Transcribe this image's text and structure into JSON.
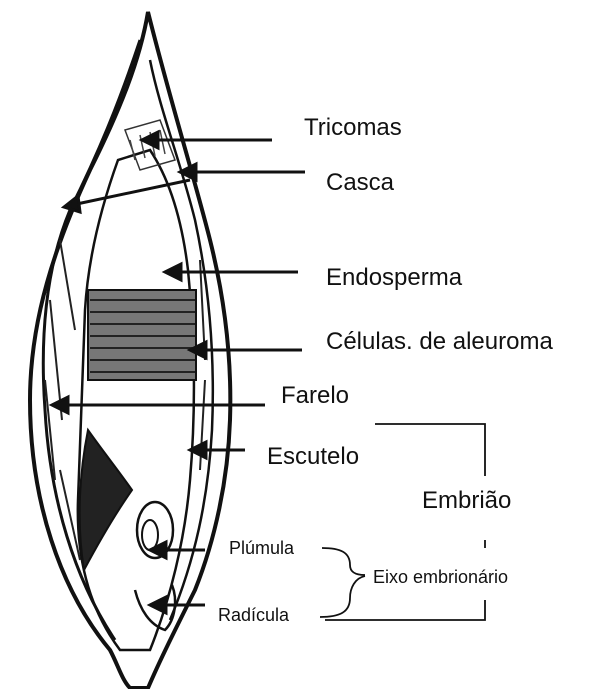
{
  "labels": {
    "tricomas": "Tricomas",
    "casca": "Casca",
    "endosperma": "Endosperma",
    "celulas_aleuroma": "Células. de aleuroma",
    "farelo": "Farelo",
    "escutelo": "Escutelo",
    "embriao": "Embrião",
    "plumula": "Plúmula",
    "eixo_embrionario": "Eixo embrionário",
    "radicula": "Radícula"
  },
  "colors": {
    "ink": "#111111",
    "background": "#ffffff"
  }
}
